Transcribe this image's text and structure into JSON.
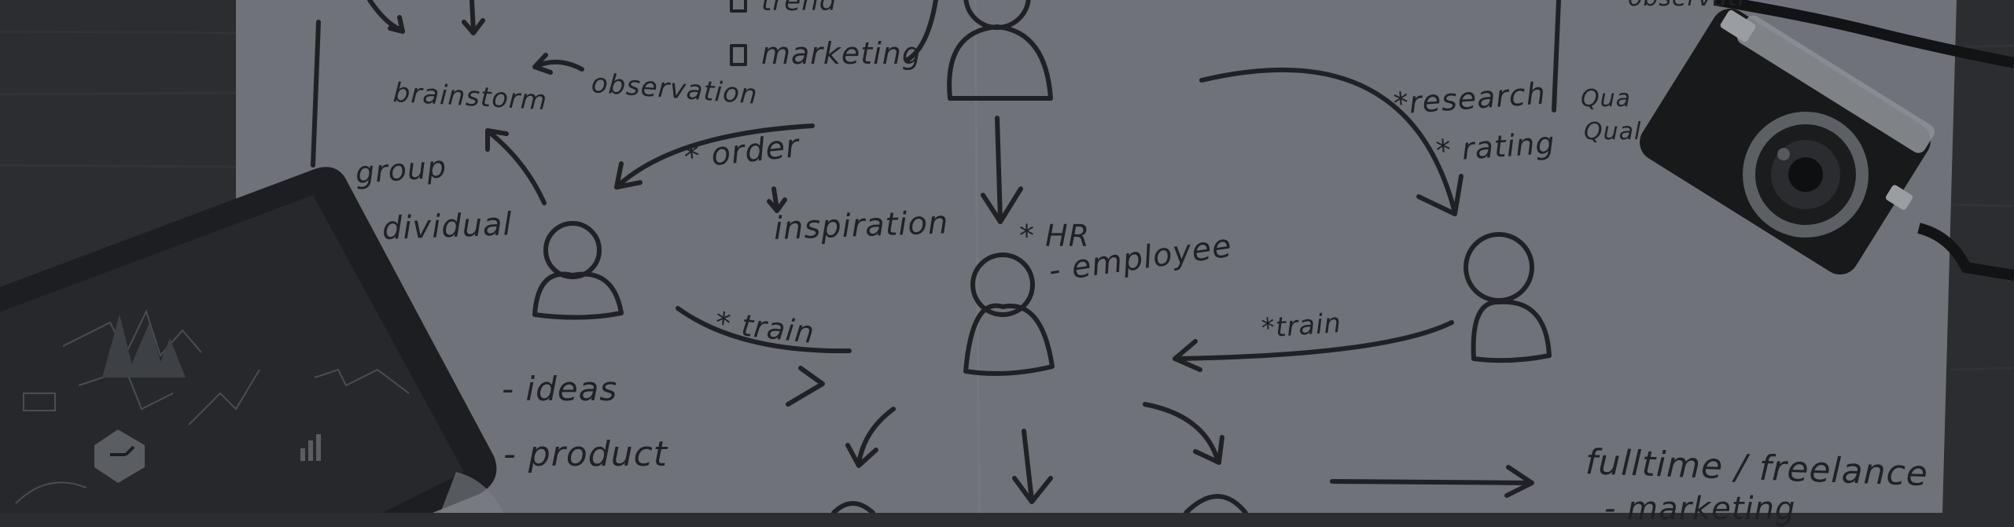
{
  "photo": {
    "colors": {
      "desk": "#2b2d30",
      "paper": "#6f7379",
      "ink": "#1f2124",
      "tablet": "#1d1e21",
      "camera": "#18191b"
    },
    "handwriting": {
      "trend": "trend",
      "marketing": "marketing",
      "brainstorm": "brainstorm",
      "observation_left": "observation",
      "observation_top_right": "observati",
      "group": "group",
      "individual": "dividual",
      "order": "* order",
      "inspiration": "inspiration",
      "research": "*research",
      "rating": "* rating",
      "quality_1": "Qua",
      "quality_2": "Qual",
      "hr": "* HR",
      "employee": "- employee",
      "train_left": "* train",
      "train_right": "*train",
      "ideas": "- ideas",
      "product": "- product",
      "fulltime": "fulltime / freelance",
      "marketing_bottom": "- marketing"
    }
  }
}
